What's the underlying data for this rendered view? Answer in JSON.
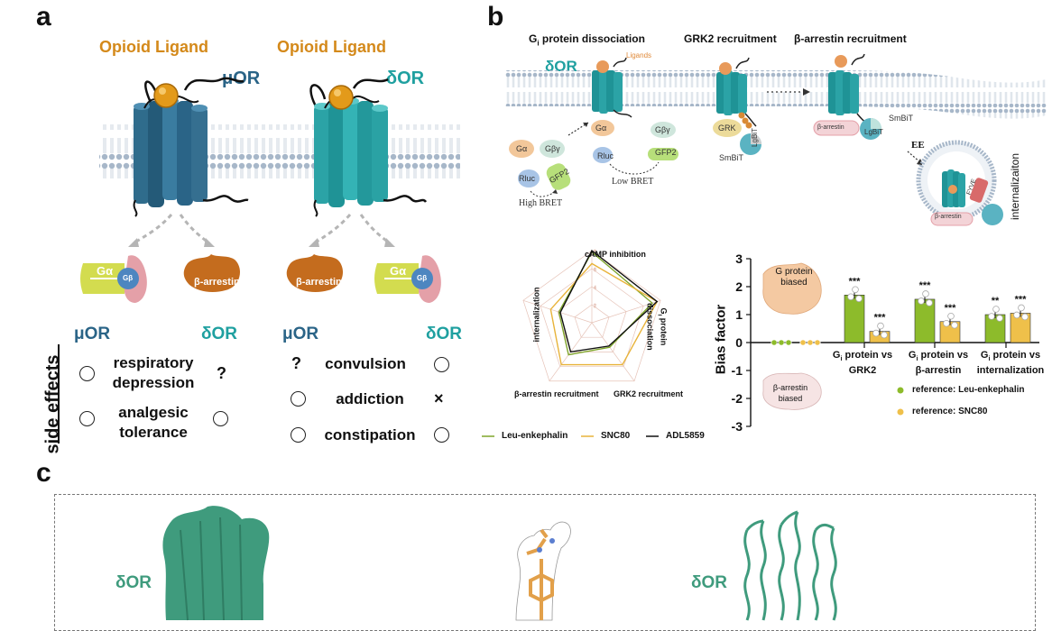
{
  "panels": {
    "a": "a",
    "b": "b",
    "c": "c"
  },
  "panel_a": {
    "ligand_label_1": "Opioid Ligand",
    "ligand_label_2": "Opioid Ligand",
    "receptor_1": "μOR",
    "receptor_2": "δOR",
    "galpha": "Gα",
    "gbeta": "Gβ",
    "arrestin": "β-arrestin",
    "side_effects_title": "side effects",
    "left_table": {
      "col_left": "μOR",
      "col_right": "δOR",
      "rows": [
        {
          "text": "respiratory depression",
          "left": "circle",
          "right": "?"
        },
        {
          "text": "analgesic tolerance",
          "left": "circle",
          "right": "circle"
        }
      ]
    },
    "right_table": {
      "col_left": "μOR",
      "col_right": "δOR",
      "rows": [
        {
          "text": "convulsion",
          "left": "?",
          "right": "circle"
        },
        {
          "text": "addiction",
          "left": "circle",
          "right": "×"
        },
        {
          "text": "constipation",
          "left": "circle",
          "right": "circle"
        }
      ]
    }
  },
  "panel_b": {
    "headings": {
      "gi": "G",
      "gi_sub": "i",
      "gi_rest": " protein dissociation",
      "grk2": "GRK2 recruitment",
      "arrestin": "β-arrestin recruitment"
    },
    "receptor": "δOR",
    "ligands": "Ligands",
    "galpha": "Gα",
    "gbg": "Gβγ",
    "rluc": "Rluc",
    "gfp2": "GFP2",
    "high_bret": "High BRET",
    "low_bret": "Low BRET",
    "grk": "GRK",
    "smbit": "SmBiT",
    "lgbit": "LgBiT",
    "b_arrestin": "β-arrestin",
    "ee": "EE",
    "fyve": "FYVE",
    "internalization": "internalizaiton"
  },
  "radar": {
    "axes": [
      "cAMP inhibition",
      "Gi protein dissociation",
      "GRK2 recruitment",
      "β-arrestin recruitment",
      "internalization"
    ],
    "axis_label_gi_sub": "i",
    "rings": [
      "2",
      "4",
      "6",
      "8"
    ],
    "legend": [
      {
        "name": "Leu-enkephalin",
        "color": "#7fa52b"
      },
      {
        "name": "SNC80",
        "color": "#e8b33a"
      },
      {
        "name": "ADL5859",
        "color": "#111111"
      }
    ]
  },
  "chart_data": {
    "type": "bar",
    "ylabel": "Bias factor",
    "ylim": [
      -3,
      3
    ],
    "yticks": [
      "3",
      "2",
      "1",
      "0",
      "-1",
      "-2",
      "-3"
    ],
    "categories": [
      "Gi protein vs GRK2",
      "Gi protein vs β-arrestin",
      "Gi protein vs internalization"
    ],
    "category_labels": [
      {
        "l1a": "G",
        "l1sub": "i",
        "l1b": " protein vs",
        "l2": "GRK2"
      },
      {
        "l1a": "G",
        "l1sub": "i",
        "l1b": " protein vs",
        "l2": "β-arrestin"
      },
      {
        "l1a": "G",
        "l1sub": "i",
        "l1b": " protein vs",
        "l2": "internalization"
      }
    ],
    "series": [
      {
        "name": "reference: Leu-enkephalin",
        "color": "#8dbb2b",
        "values": [
          1.7,
          1.55,
          1.0
        ],
        "significance": [
          "***",
          "***",
          "**"
        ]
      },
      {
        "name": "reference: SNC80",
        "color": "#efc04a",
        "values": [
          0.4,
          0.75,
          1.05
        ],
        "significance": [
          "***",
          "***",
          "***"
        ]
      }
    ],
    "annotations": {
      "g_protein_biased_1": "G protein",
      "g_protein_biased_2": "biased",
      "arrestin_biased_1": "β-arrestin",
      "arrestin_biased_2": "biased"
    }
  },
  "panel_c": {
    "receptor_left": "δOR",
    "receptor_right": "δOR"
  }
}
